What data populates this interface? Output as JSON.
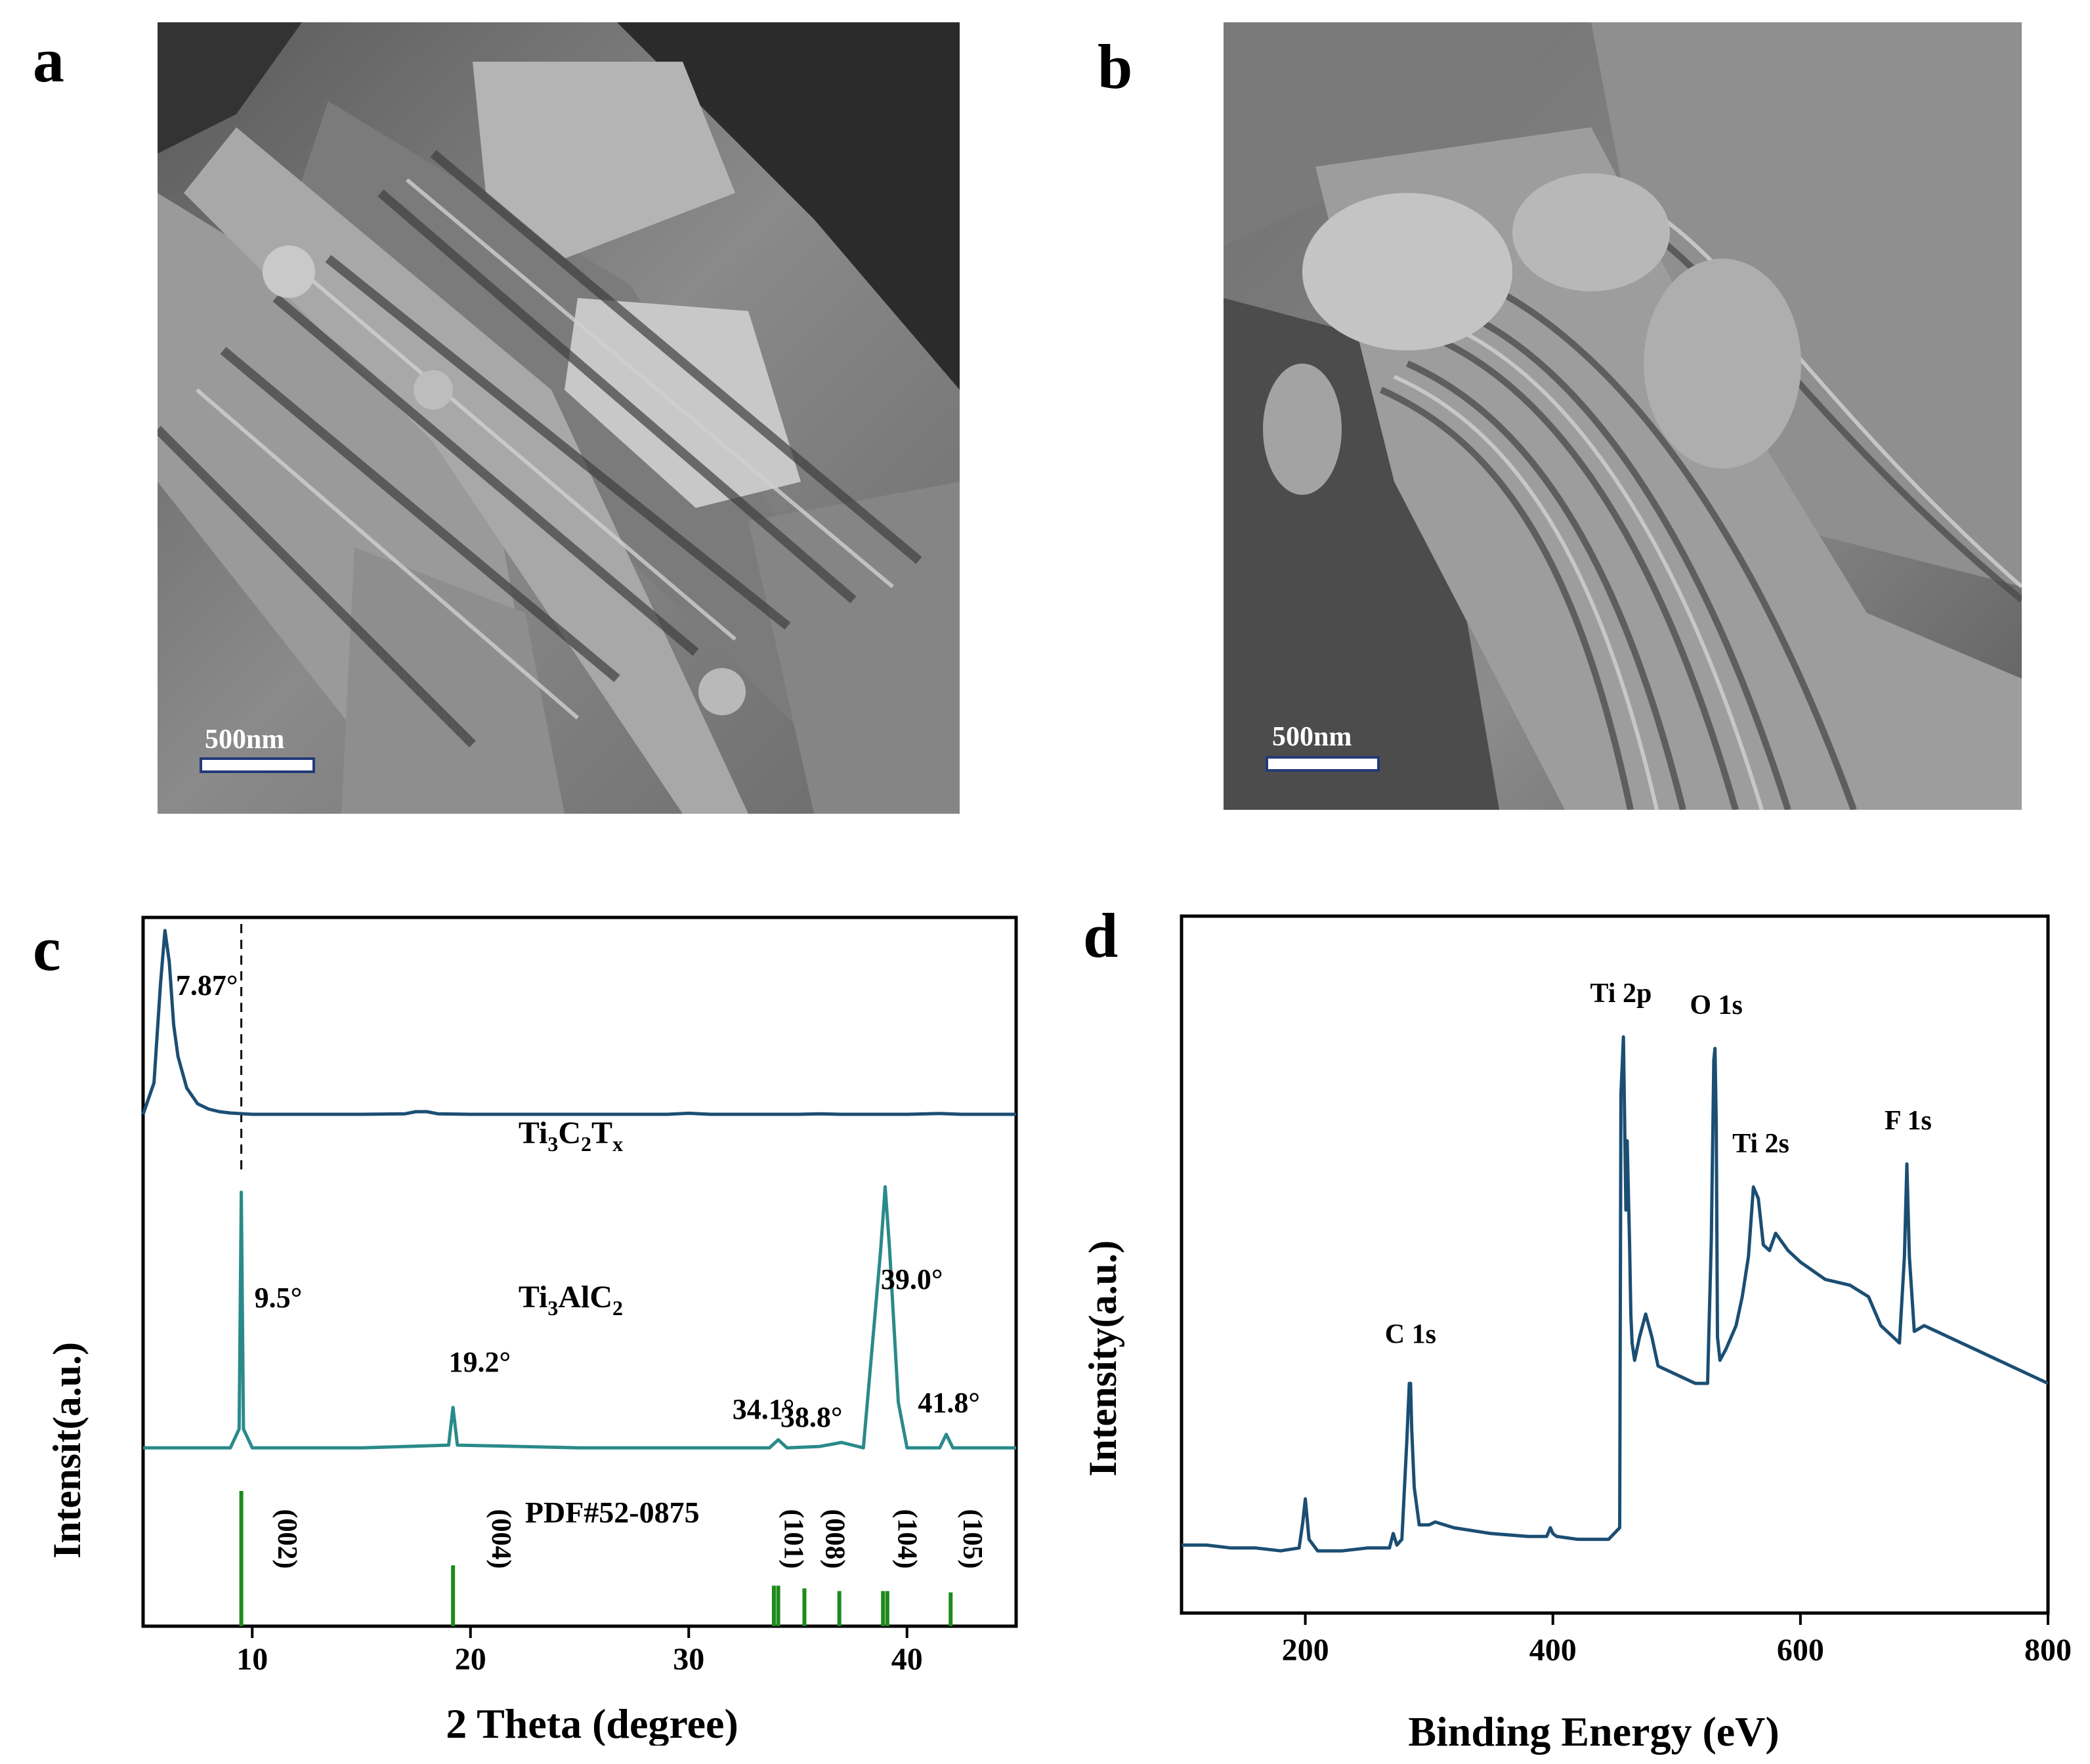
{
  "panels": {
    "a": {
      "letter": "a",
      "scale_bar": "500nm"
    },
    "b": {
      "letter": "b",
      "scale_bar": "500nm"
    },
    "c": {
      "letter": "c"
    },
    "d": {
      "letter": "d"
    }
  },
  "colors": {
    "mxene": "#1b4e73",
    "max": "#2a8a8a",
    "reference": "#1d8a1d",
    "xps": "#1b4e73",
    "frame": "#000000"
  },
  "chart_data": [
    {
      "type": "line",
      "panel": "c",
      "xlabel": "2 Theta (degree)",
      "ylabel": "Intensit(a.u.)",
      "xlim": [
        5,
        45
      ],
      "xticks": [
        10,
        20,
        30,
        40
      ],
      "series": [
        {
          "name": "Ti3C2Tx",
          "label_main": "Ti",
          "label_parts": [
            "3",
            "C",
            "2",
            "T",
            "x"
          ],
          "x": [
            5.0,
            5.5,
            5.8,
            6.0,
            6.2,
            6.4,
            6.6,
            7.0,
            7.5,
            8.0,
            8.5,
            9.0,
            10.0,
            12.0,
            15.0,
            17.0,
            17.5,
            18.0,
            18.5,
            20.0,
            25.0,
            29.0,
            30.0,
            31.0,
            35.0,
            36.0,
            37.0,
            40.0,
            41.5,
            42.5,
            45.0
          ],
          "y": [
            0.28,
            0.4,
            0.78,
            0.98,
            0.86,
            0.62,
            0.5,
            0.38,
            0.32,
            0.3,
            0.29,
            0.285,
            0.28,
            0.28,
            0.28,
            0.282,
            0.29,
            0.29,
            0.282,
            0.28,
            0.28,
            0.28,
            0.284,
            0.28,
            0.28,
            0.282,
            0.28,
            0.28,
            0.283,
            0.28,
            0.28
          ]
        },
        {
          "name": "Ti3AlC2",
          "label_main": "Ti",
          "label_parts": [
            "3",
            "AlC",
            "2"
          ],
          "x": [
            5.0,
            9.0,
            9.4,
            9.5,
            9.6,
            10.0,
            15.0,
            19.0,
            19.2,
            19.4,
            25.0,
            33.7,
            34.1,
            34.5,
            36.0,
            37.0,
            38.0,
            38.8,
            39.0,
            39.2,
            39.6,
            40.0,
            41.5,
            41.8,
            42.1,
            43.0,
            45.0
          ],
          "y": [
            -0.02,
            -0.02,
            0.05,
            0.93,
            0.05,
            -0.02,
            -0.02,
            -0.01,
            0.13,
            -0.01,
            -0.02,
            -0.02,
            0.01,
            -0.02,
            -0.015,
            0.0,
            -0.02,
            0.72,
            0.95,
            0.72,
            0.15,
            -0.02,
            -0.02,
            0.03,
            -0.02,
            -0.02,
            -0.02
          ]
        }
      ],
      "reference": {
        "name": "PDF#52-0875",
        "positions": [
          9.5,
          19.2,
          33.9,
          34.1,
          35.3,
          36.9,
          38.9,
          39.1,
          42.0
        ],
        "heights": [
          1.0,
          0.45,
          0.3,
          0.3,
          0.28,
          0.26,
          0.26,
          0.26,
          0.25
        ],
        "hkl": [
          {
            "text": "(002)",
            "x": 11.2
          },
          {
            "text": "(004)",
            "x": 21.0
          },
          {
            "text": "(101)",
            "x": 34.4
          },
          {
            "text": "(008)",
            "x": 36.3
          },
          {
            "text": "(104)",
            "x": 39.6
          },
          {
            "text": "(105)",
            "x": 42.6
          }
        ]
      },
      "peak_labels": [
        "7.87°",
        "9.5°",
        "19.2°",
        "34.1°",
        "38.8°",
        "39.0°",
        "41.8°"
      ],
      "guide_line_x": 9.5
    },
    {
      "type": "line",
      "panel": "d",
      "xlabel": "Binding Energy (eV)",
      "ylabel": "Intensity(a.u.)",
      "xlim": [
        100,
        800
      ],
      "xticks": [
        200,
        400,
        600,
        800
      ],
      "series": [
        {
          "name": "",
          "x": [
            100,
            120,
            140,
            160,
            180,
            195,
            198,
            200,
            203,
            210,
            230,
            250,
            268,
            271,
            274,
            278,
            282,
            284,
            285,
            286,
            288,
            292,
            300,
            305,
            320,
            350,
            380,
            395,
            398,
            400,
            403,
            420,
            445,
            454,
            455,
            457,
            459,
            460,
            462,
            463,
            464,
            466,
            470,
            475,
            480,
            485,
            495,
            505,
            515,
            525,
            528,
            530,
            531,
            532,
            533,
            535,
            540,
            548,
            553,
            558,
            562,
            566,
            570,
            575,
            580,
            590,
            600,
            620,
            640,
            655,
            665,
            680,
            684,
            686,
            688,
            692,
            700,
            710,
            720,
            740,
            760,
            780,
            800
          ],
          "y": [
            0.12,
            0.12,
            0.115,
            0.115,
            0.11,
            0.115,
            0.16,
            0.2,
            0.13,
            0.11,
            0.11,
            0.115,
            0.115,
            0.14,
            0.12,
            0.13,
            0.3,
            0.4,
            0.4,
            0.32,
            0.22,
            0.155,
            0.155,
            0.16,
            0.15,
            0.14,
            0.135,
            0.135,
            0.15,
            0.14,
            0.135,
            0.13,
            0.13,
            0.15,
            0.9,
            1.0,
            0.7,
            0.82,
            0.64,
            0.52,
            0.47,
            0.44,
            0.48,
            0.52,
            0.48,
            0.43,
            0.42,
            0.41,
            0.4,
            0.4,
            0.65,
            0.96,
            0.98,
            0.85,
            0.48,
            0.44,
            0.46,
            0.5,
            0.55,
            0.62,
            0.74,
            0.72,
            0.64,
            0.63,
            0.66,
            0.63,
            0.61,
            0.58,
            0.57,
            0.55,
            0.5,
            0.47,
            0.62,
            0.78,
            0.62,
            0.49,
            0.5,
            0.49,
            0.48,
            0.46,
            0.44,
            0.42,
            0.4
          ]
        }
      ],
      "peak_labels": [
        "C 1s",
        "Ti 2p",
        "O 1s",
        "Ti 2s",
        "F 1s"
      ]
    }
  ]
}
